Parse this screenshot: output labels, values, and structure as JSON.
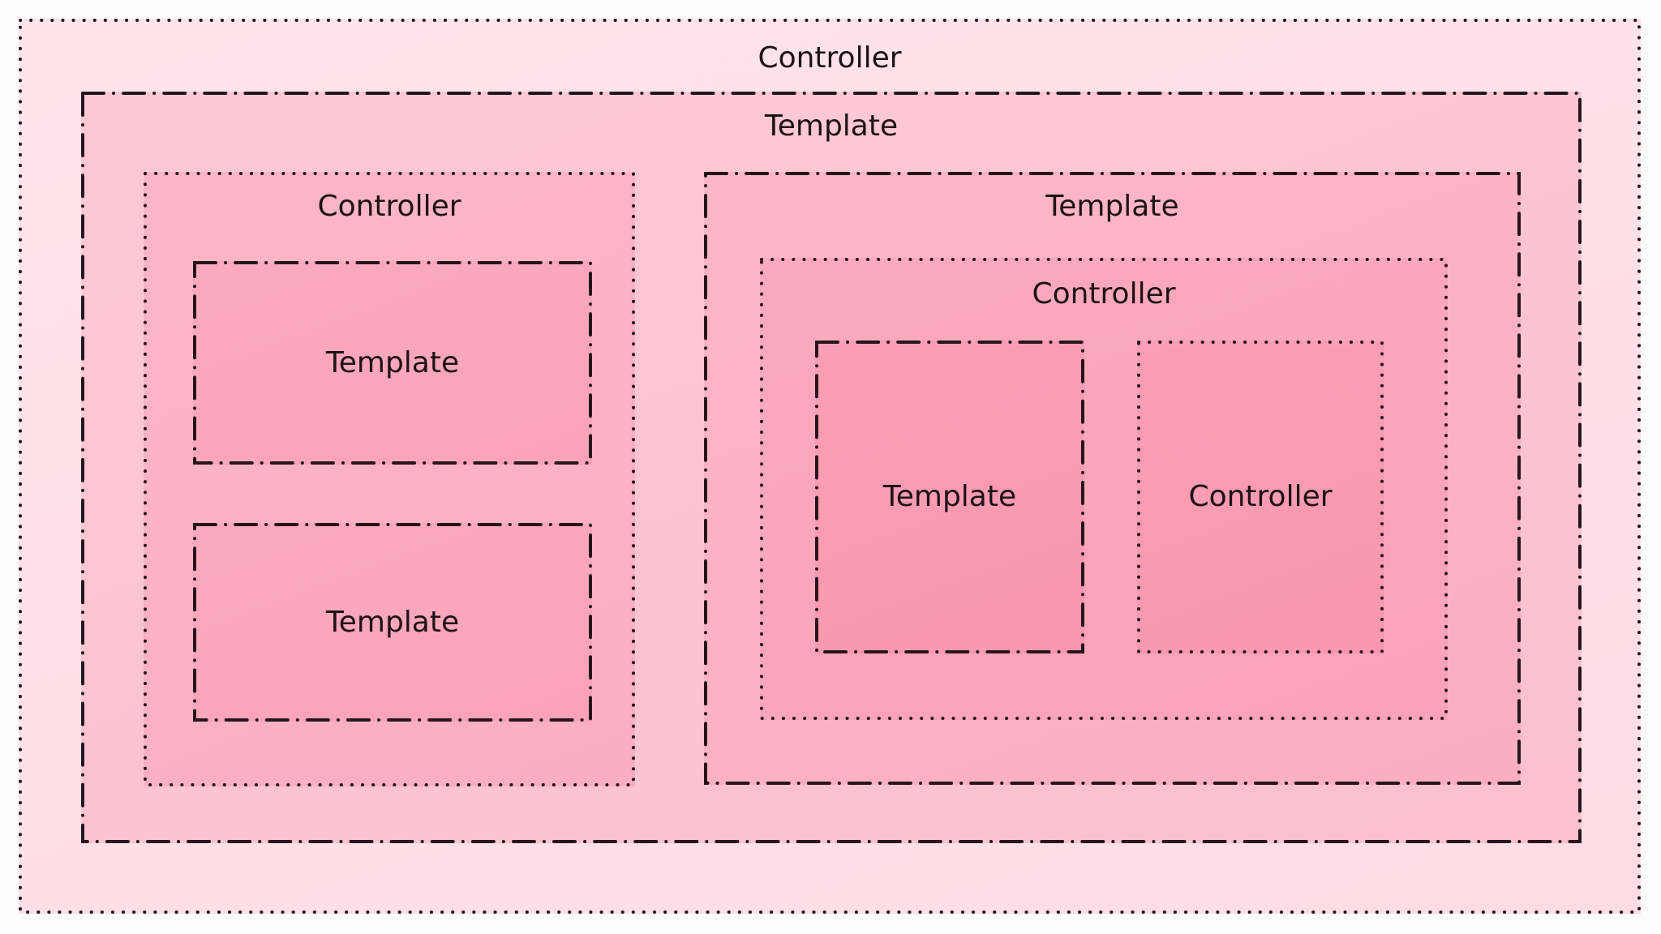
{
  "diagram": {
    "boxes": {
      "outer_controller": {
        "label": "Controller",
        "border_style": "dotted"
      },
      "main_template": {
        "label": "Template",
        "border_style": "dash-dot"
      },
      "left_controller": {
        "label": "Controller",
        "border_style": "dotted"
      },
      "left_template_top": {
        "label": "Template",
        "border_style": "dash-dot"
      },
      "left_template_bottom": {
        "label": "Template",
        "border_style": "dash-dot"
      },
      "right_template": {
        "label": "Template",
        "border_style": "dash-dot"
      },
      "right_controller": {
        "label": "Controller",
        "border_style": "dotted"
      },
      "inner_template": {
        "label": "Template",
        "border_style": "dash-dot"
      },
      "inner_controller": {
        "label": "Controller",
        "border_style": "dotted"
      }
    },
    "colors": {
      "page_background": "#fdfcfd",
      "level0_background": "#fee0e9",
      "level1_background": "#fdc6d4",
      "level2_background": "#fcb3c5",
      "level3_background": "#fba7bb",
      "level4_background": "#fa9cb2",
      "border": "#26151c",
      "text": "#1d1317"
    }
  }
}
